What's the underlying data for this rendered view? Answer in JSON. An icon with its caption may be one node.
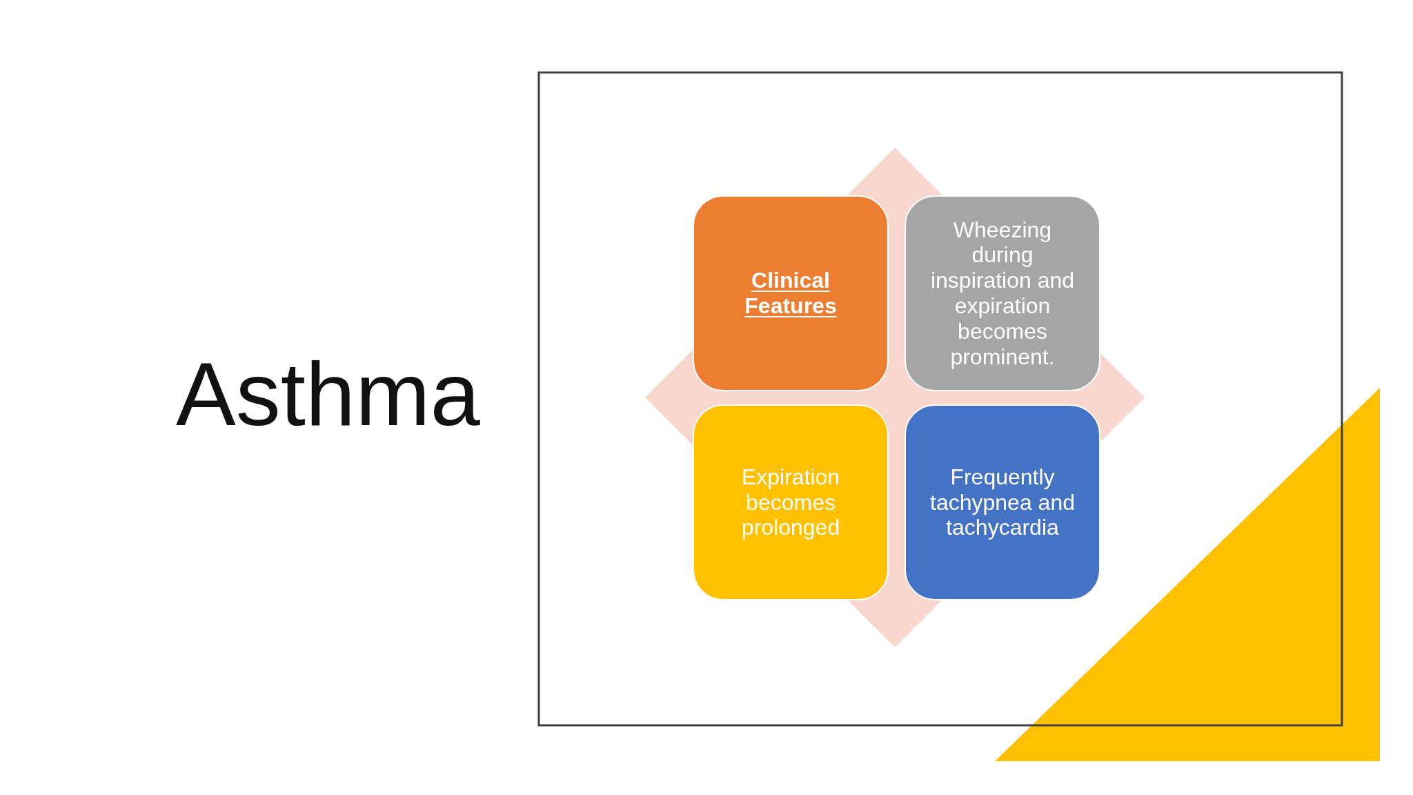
{
  "diagram": {
    "title": "Asthma",
    "nodes": [
      {
        "text": [
          "Clinical Features"
        ]
      },
      {
        "text": [
          "Wheezing during inspiration and expiration becomes prominent."
        ]
      },
      {
        "text": [
          "Expiration becomes prolonged"
        ]
      },
      {
        "text": [
          "Frequently tachypnea and tachycardia"
        ]
      }
    ]
  }
}
